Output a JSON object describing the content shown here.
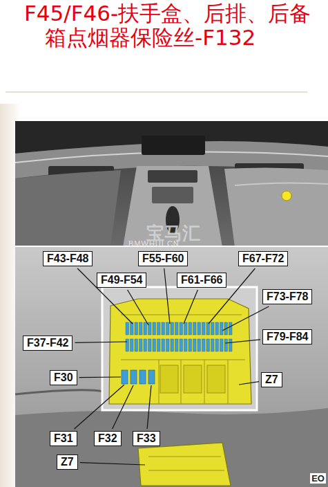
{
  "diagram": {
    "title": "F45/F46-扶手盒、后排、后备箱点烟器保险丝-F132",
    "nodes": [
      {
        "text": [
          "F43-F48"
        ]
      },
      {
        "text": [
          "F55-F60"
        ]
      },
      {
        "text": [
          "F67-F72"
        ]
      },
      {
        "text": [
          "F49-F54"
        ]
      },
      {
        "text": [
          "F61-F66"
        ]
      },
      {
        "text": [
          "F73-F78"
        ]
      },
      {
        "text": [
          "F37-F42"
        ]
      },
      {
        "text": [
          "F79-F84"
        ]
      },
      {
        "text": [
          "F30"
        ]
      },
      {
        "text": [
          "Z7"
        ]
      },
      {
        "text": [
          "F31"
        ]
      },
      {
        "text": [
          "F32"
        ]
      },
      {
        "text": [
          "F33"
        ]
      },
      {
        "text": [
          "Z7"
        ]
      }
    ],
    "labels": [
      "宝马汇",
      "BMWHUI.CN",
      "EO"
    ]
  }
}
